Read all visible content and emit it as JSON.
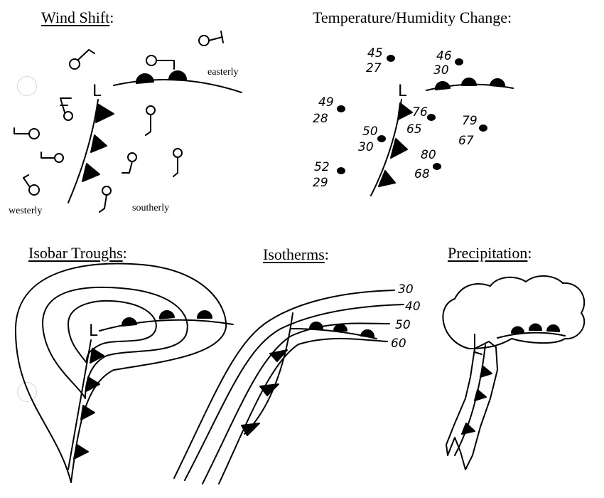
{
  "titles": {
    "wind_shift": "Wind Shift",
    "temp_humidity": "Temperature/Humidity Change",
    "isobar_troughs": "Isobar Troughs",
    "isotherms": "Isotherms",
    "precipitation": "Precipitation",
    "colon": ":"
  },
  "wind_labels": {
    "easterly": "easterly",
    "westerly": "westerly",
    "southerly": "southerly"
  },
  "low_symbol": "L",
  "temp_humidity_stations": {
    "s1_t": "45",
    "s1_d": "27",
    "s2_t": "46",
    "s2_d": "30",
    "s3_t": "49",
    "s3_d": "28",
    "s4_t": "50",
    "s4_d": "30",
    "s5_t": "52",
    "s5_d": "29",
    "s6_t": "76",
    "s6_d": "65",
    "s7_t": "79",
    "s7_d": "67",
    "s8_t": "80",
    "s8_d": "68"
  },
  "isotherm_labels": [
    "30",
    "40",
    "50",
    "60"
  ]
}
